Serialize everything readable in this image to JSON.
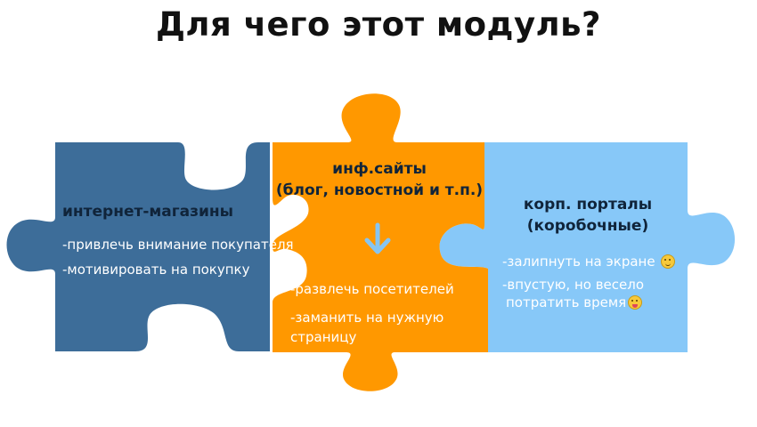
{
  "title": "Для чего этот модуль?",
  "pieces": {
    "shops": {
      "color": "#3d6d99",
      "heading": "интернет-магазины",
      "items": [
        "-привлечь внимание покупателя",
        "-мотивировать на покупку"
      ]
    },
    "info": {
      "color": "#ff9800",
      "heading_line1": "инф.сайты",
      "heading_line2": "(блог, новостной и т.п.)",
      "items": [
        "-развлечь посетителей",
        "-заманить на нужную",
        "страницу"
      ],
      "arrow_icon": "arrow-down-icon"
    },
    "portals": {
      "color": "#87c8f8",
      "heading_line1": "корп. порталы",
      "heading_line2": "(коробочные)",
      "items": [
        "-залипнуть на экране",
        "-впустую, но весело",
        "потратить время"
      ],
      "emoji_icons": [
        "smile-emoji-icon",
        "tongue-emoji-icon"
      ]
    }
  }
}
